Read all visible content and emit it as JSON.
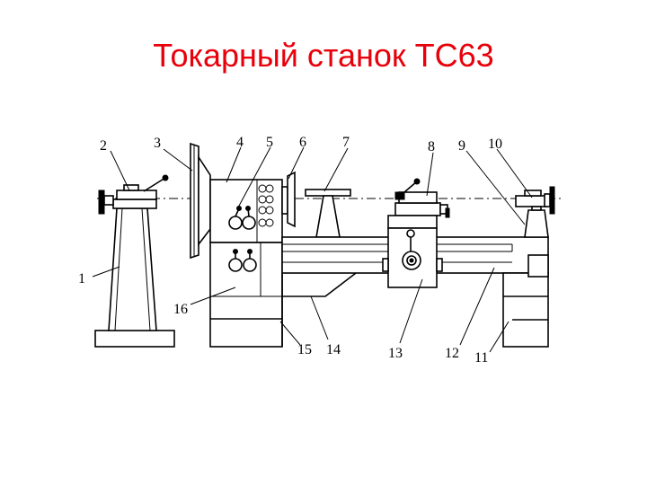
{
  "title": "Токарный станок ТС63",
  "labels": [
    "1",
    "2",
    "3",
    "4",
    "5",
    "6",
    "7",
    "8",
    "9",
    "10",
    "11",
    "12",
    "13",
    "14",
    "15",
    "16"
  ]
}
